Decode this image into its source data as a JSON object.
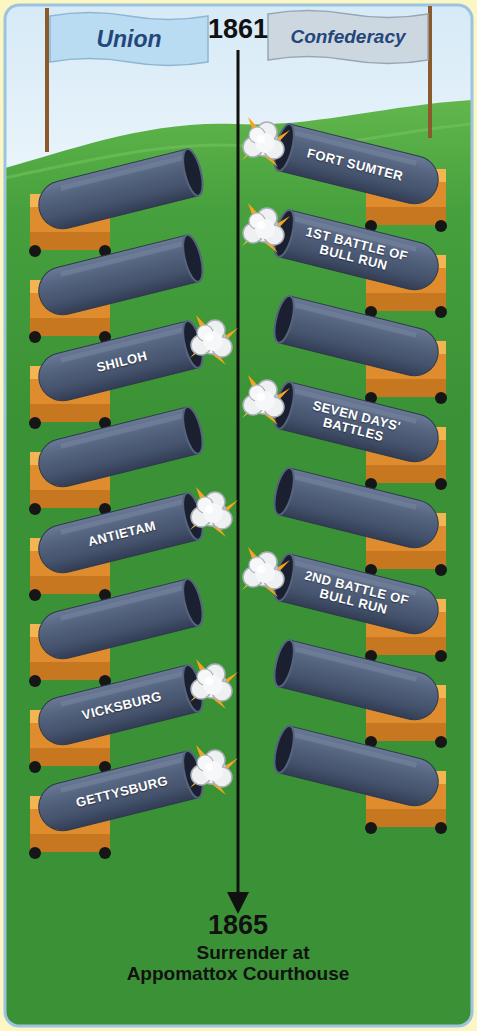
{
  "diagram": {
    "nodes": [
      {
        "text": [
          "Union"
        ]
      },
      {
        "text": [
          "Confederacy"
        ]
      },
      {
        "text": [
          "FORT SUMTER"
        ]
      },
      {
        "text": [
          "1ST BATTLE OF BULL RUN"
        ]
      },
      {
        "text": [
          "SHILOH"
        ]
      },
      {
        "text": [
          "SEVEN DAYS' BATTLES"
        ]
      },
      {
        "text": [
          "ANTIETAM"
        ]
      },
      {
        "text": [
          "2ND BATTLE OF BULL RUN"
        ]
      },
      {
        "text": [
          "VICKSBURG"
        ]
      },
      {
        "text": [
          "GETTYSBURG"
        ]
      }
    ],
    "labels": [
      "1861",
      "1865",
      "Surrender at Appomattox Courthouse"
    ]
  }
}
